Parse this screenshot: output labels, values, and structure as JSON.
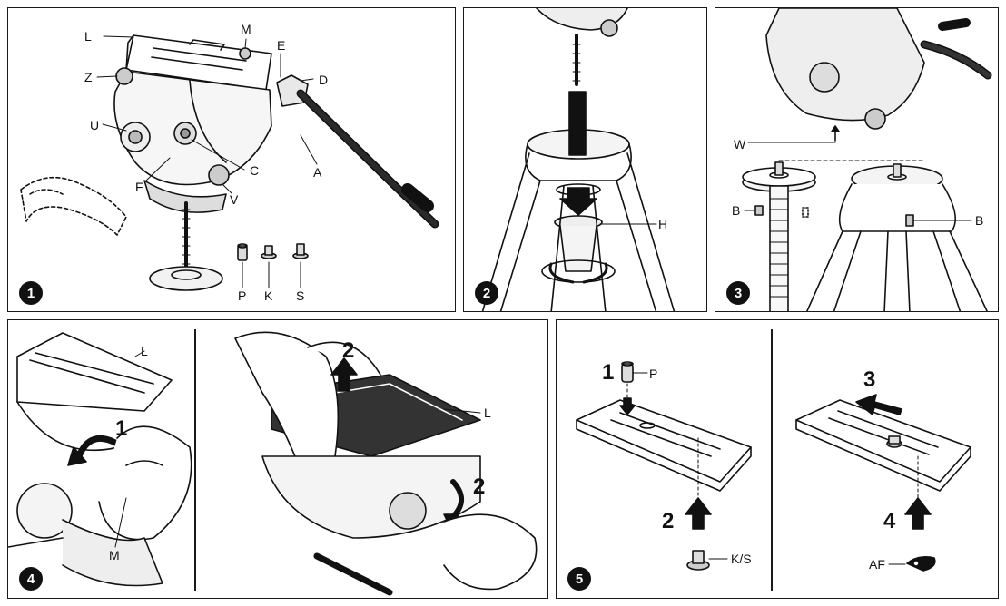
{
  "panels": [
    {
      "number": "1",
      "labels": {
        "L": "L",
        "M": "M",
        "E": "E",
        "D": "D",
        "Z": "Z",
        "U": "U",
        "C": "C",
        "A": "A",
        "F": "F",
        "V": "V",
        "P": "P",
        "K": "K",
        "S": "S"
      }
    },
    {
      "number": "2",
      "labels": {
        "H": "H"
      }
    },
    {
      "number": "3",
      "labels": {
        "W": "W",
        "B_left": "B",
        "B_right": "B"
      }
    },
    {
      "number": "4",
      "labels": {
        "L_left": "L",
        "M": "M",
        "L_right": "L"
      },
      "steps": {
        "left_1": "1",
        "right_2_top": "2",
        "right_2_side": "2"
      }
    },
    {
      "number": "5",
      "labels": {
        "P": "P",
        "K_S": "K/S",
        "AF": "AF"
      },
      "steps": {
        "s1": "1",
        "s2": "2",
        "s3": "3",
        "s4": "4"
      }
    }
  ]
}
